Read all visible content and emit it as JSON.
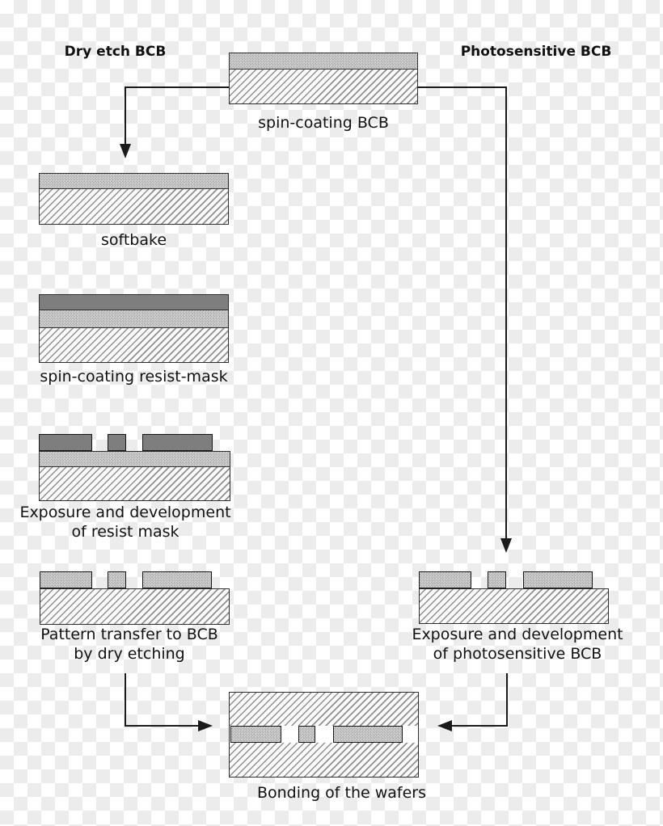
{
  "headers": {
    "left": "Dry etch BCB",
    "right": "Photosensitive BCB"
  },
  "steps": {
    "spin_coating": {
      "label": "spin-coating BCB"
    },
    "softbake": {
      "label": "softbake"
    },
    "resist_mask": {
      "label": "spin-coating resist-mask"
    },
    "exposure_resist": {
      "line1": "Exposure and development",
      "line2": "of resist mask"
    },
    "pattern_transfer": {
      "line1": "Pattern transfer to BCB",
      "line2": "by dry etching"
    },
    "exposure_photo": {
      "line1": "Exposure and development",
      "line2": "of photosensitive BCB"
    },
    "bonding": {
      "label": "Bonding of the wafers"
    }
  },
  "textures": {
    "substrate": "diagonal-hatch",
    "bcb": "stipple-dots",
    "resist": "solid-gray"
  },
  "colors": {
    "line": "#1a1a1a",
    "text": "#111111",
    "resist": "#7e7e7e",
    "bcb_base": "#d9d9d9",
    "bcb_dot": "#ababab",
    "hatch_line": "#8f8f8f",
    "border": "#2e2e2e",
    "checker": "#ececec"
  }
}
